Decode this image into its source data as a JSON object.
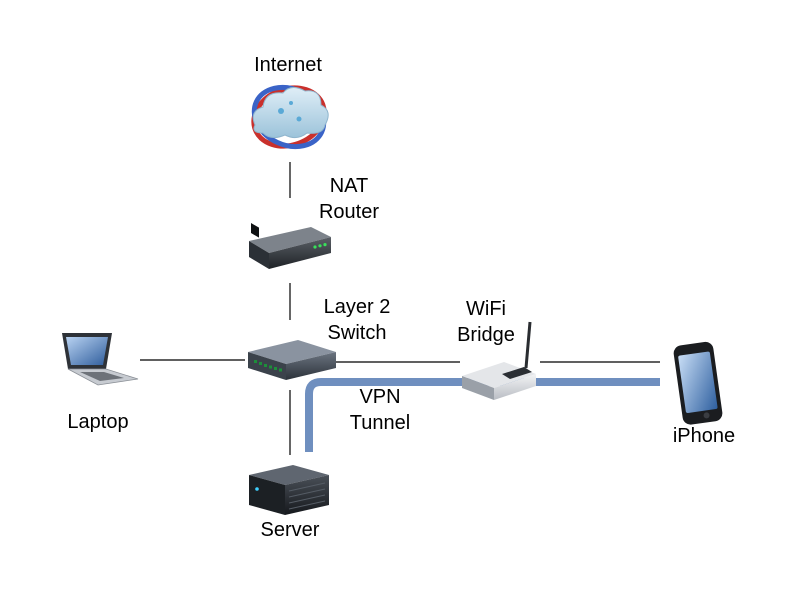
{
  "nodes": {
    "internet": {
      "label": "Internet",
      "icon": "cloud-globe-icon"
    },
    "nat_router": {
      "label_lines": [
        "NAT",
        "Router"
      ],
      "icon": "router-icon"
    },
    "switch": {
      "label_lines": [
        "Layer 2",
        "Switch"
      ],
      "icon": "network-switch-icon"
    },
    "wifi_bridge": {
      "label_lines": [
        "WiFi",
        "Bridge"
      ],
      "icon": "wireless-bridge-icon"
    },
    "laptop": {
      "label": "Laptop",
      "icon": "laptop-icon"
    },
    "server": {
      "label": "Server",
      "icon": "server-icon"
    },
    "iphone": {
      "label": "iPhone",
      "icon": "smartphone-icon"
    }
  },
  "tunnel": {
    "label_lines": [
      "VPN",
      "Tunnel"
    ],
    "color": "#6f8fbf"
  },
  "link_color": "#000000"
}
